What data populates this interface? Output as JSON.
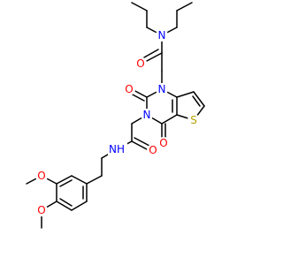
{
  "diagram": {
    "type": "chemical-structure",
    "colors": {
      "bond": "#000000",
      "N": "#0000FF",
      "O": "#FF0000",
      "S": "#B8A000",
      "background": "#FFFFFF"
    },
    "labels": {
      "N_amide_top": "N",
      "O_amide_top": "O",
      "N1_ring": "N",
      "O_c2": "O",
      "N3_ring": "N",
      "O_c4": "O",
      "S_thiophene": "S",
      "O_amide_mid": "O",
      "NH_amide": "NH",
      "O_methoxy_1": "O",
      "O_methoxy_2": "O"
    }
  }
}
